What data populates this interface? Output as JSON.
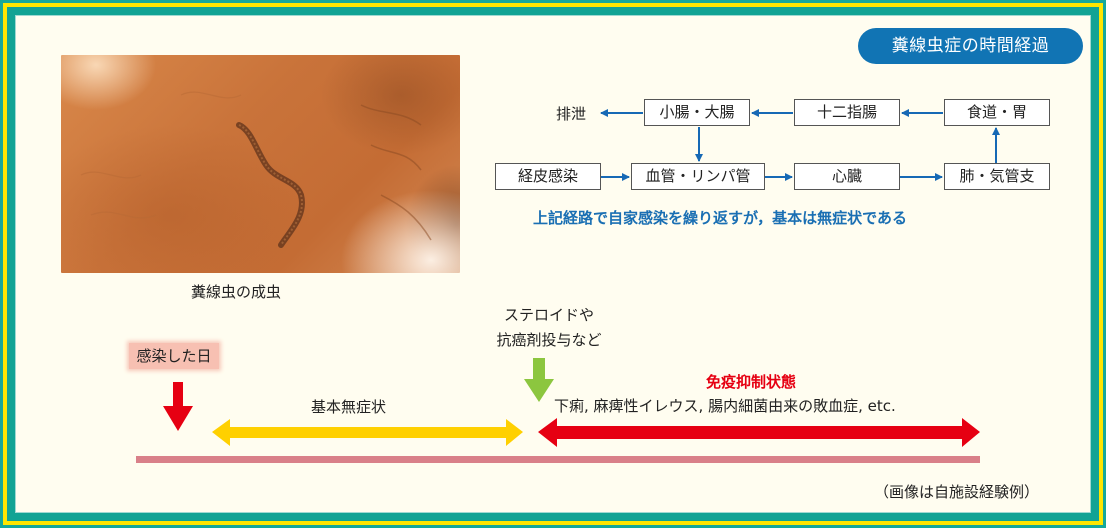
{
  "title": "糞線虫症の時間経過",
  "photo": {
    "caption": "糞線虫の成虫",
    "alt": "rhabditiform strongyloides adult worm micrograph"
  },
  "flow": {
    "row1": [
      {
        "id": "excretion",
        "label": "排泄",
        "boxed": false
      },
      {
        "id": "small-large-intestine",
        "label": "小腸・大腸",
        "boxed": true
      },
      {
        "id": "duodenum",
        "label": "十二指腸",
        "boxed": true
      },
      {
        "id": "esophagus-stomach",
        "label": "食道・胃",
        "boxed": true
      }
    ],
    "row2": [
      {
        "id": "percutaneous-infection",
        "label": "経皮感染",
        "boxed": true
      },
      {
        "id": "blood-lymph-vessels",
        "label": "血管・リンパ管",
        "boxed": true
      },
      {
        "id": "heart",
        "label": "心臓",
        "boxed": true
      },
      {
        "id": "lungs-bronchi",
        "label": "肺・気管支",
        "boxed": true
      }
    ],
    "note": "上記経路で自家感染を繰り返すが，基本は無症状である",
    "arrow_color": "#1769b5"
  },
  "timeline": {
    "infection_day_label": "感染した日",
    "asymptomatic_label": "基本無症状",
    "trigger_line1": "ステロイドや",
    "trigger_line2": "抗癌剤投与など",
    "immunosuppressed_label": "免疫抑制状態",
    "complications_label": "下痢, 麻痺性イレウス, 腸内細菌由来の敗血症, etc.",
    "colors": {
      "infection_arrow": "#e60012",
      "asymptomatic_arrow": "#ffd000",
      "trigger_arrow": "#8cc63f",
      "immunosuppressed_arrow": "#e60012",
      "baseline": "#d98089"
    }
  },
  "footnote": "（画像は自施設経験例）",
  "frame_colors": {
    "teal": "#12a394",
    "yellow": "#ffe600",
    "panel_bg": "#fffdf0",
    "title_pill": "#1174b4"
  }
}
